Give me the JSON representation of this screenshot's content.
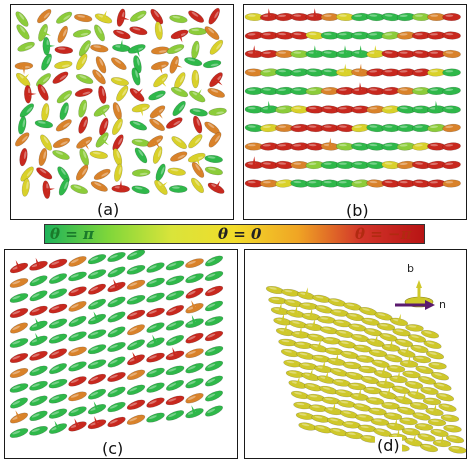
{
  "panels": [
    {
      "id": "a",
      "label": "(a)",
      "pattern": "random orientations, random theta colors"
    },
    {
      "id": "b",
      "label": "(b)",
      "pattern": "horizontal rows, alternating green/red domains"
    },
    {
      "id": "c",
      "label": "(c)",
      "pattern": "tilted rows, green and red bands"
    },
    {
      "id": "d",
      "label": "(d)",
      "pattern": "3D sheet of yellow ellipsoids"
    }
  ],
  "colorbar": {
    "left_label": "θ = π",
    "mid_label": "θ = 0",
    "right_label": "θ = −π",
    "stops": [
      "#1fb35a",
      "#7fd63a",
      "#d9e43a",
      "#f2dc2a",
      "#f0a524",
      "#d2352a",
      "#b81414"
    ],
    "label_colors": {
      "left": "#1a7a2a",
      "mid": "#222222",
      "right": "#b12a10"
    }
  },
  "inset": {
    "axis_b": "b",
    "axis_n": "n",
    "arrow_color": "#5a1a6e"
  },
  "colors": {
    "green": "#2fb84a",
    "lime": "#8ccc3a",
    "yellow": "#d9d12a",
    "orange": "#d9822a",
    "red": "#c8281e",
    "sheet_yellow": "#cfc82a"
  }
}
